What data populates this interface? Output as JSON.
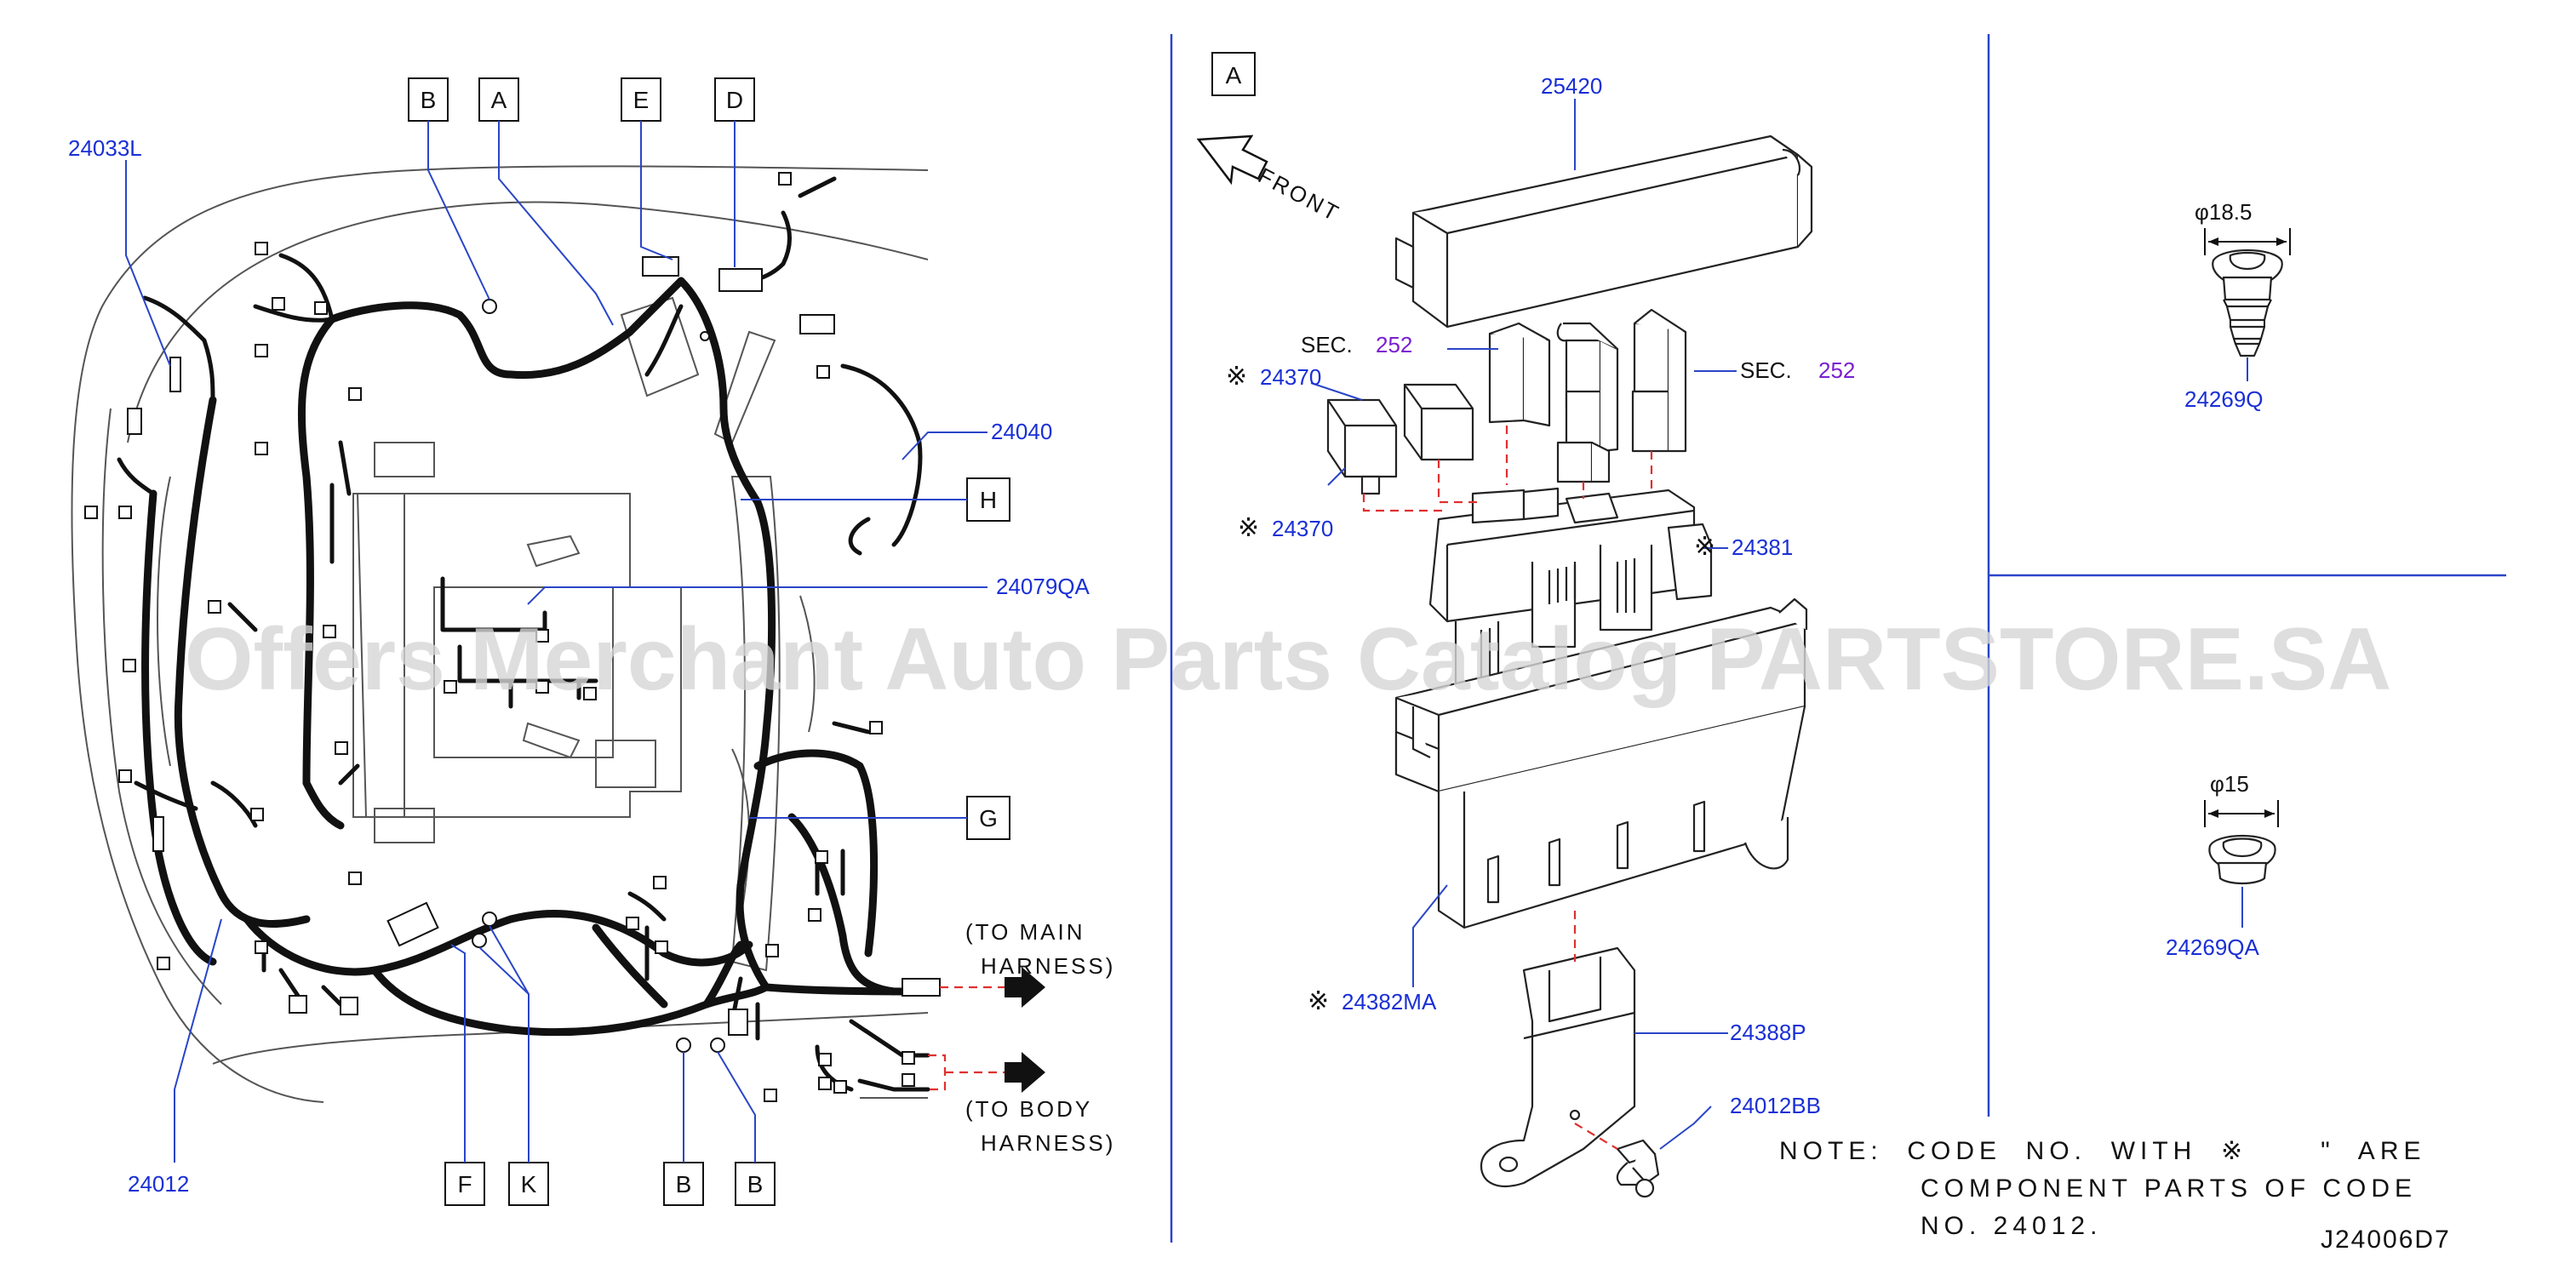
{
  "diagram": {
    "drawing_code": "J24006D7",
    "watermark": "Offers Merchant Auto Parts Catalog PARTSTORE.SA",
    "left_view": {
      "callouts_top": [
        "B",
        "A",
        "E",
        "D"
      ],
      "callouts_right": [
        "H",
        "G"
      ],
      "callouts_bottom": [
        "F",
        "K",
        "B",
        "B"
      ],
      "part_numbers": {
        "p24033L": "24033L",
        "p24040": "24040",
        "p24079QA": "24079QA",
        "p24012": "24012"
      },
      "to_main_1": "(TO  MAIN",
      "to_main_2": "HARNESS)",
      "to_body_1": "(TO  BODY",
      "to_body_2": "HARNESS)"
    },
    "center_view": {
      "view_label": "A",
      "front_label": "FRONT",
      "sec_label": "SEC.",
      "sec_num": "252",
      "ref_mark": "※",
      "part_numbers": {
        "p25420": "25420",
        "p24370_a": "24370",
        "p24370_b": "24370",
        "p24381": "24381",
        "p24382MA": "24382MA",
        "p24388P": "24388P",
        "p24012BB": "24012BB"
      }
    },
    "right_view": {
      "clip1_dim": "φ18.5",
      "clip1_pn": "24269Q",
      "clip2_dim": "φ15",
      "clip2_pn": "24269QA"
    },
    "note": {
      "line1": "NOTE:  CODE  NO.  WITH  ※      \"  ARE",
      "line2": "COMPONENT  PARTS  OF  CODE",
      "line3": "NO.  24012."
    },
    "colors": {
      "part_number": "#1a2fd6",
      "section_number": "#7a1fd0",
      "leader_line": "#2a45c8",
      "hidden_connection": "#e03030"
    }
  }
}
